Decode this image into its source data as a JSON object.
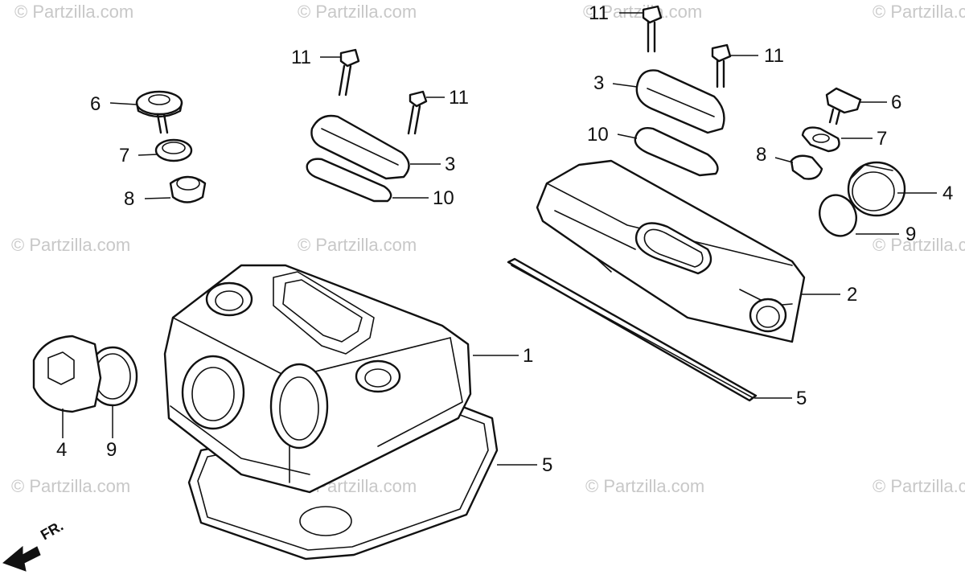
{
  "watermark": "© Partzilla.com",
  "front_label": "FR.",
  "callouts": {
    "c1": "1",
    "c2": "2",
    "c3_left": "3",
    "c3_right": "3",
    "c4_left": "4",
    "c4_right": "4",
    "c5_left": "5",
    "c5_right": "5",
    "c6_left": "6",
    "c6_right": "6",
    "c7_left": "7",
    "c7_right": "7",
    "c8_left": "8",
    "c8_right": "8",
    "c9_left": "9",
    "c9_right": "9",
    "c10_left": "10",
    "c10_right": "10",
    "c11_a": "11",
    "c11_b": "11",
    "c11_c": "11",
    "c11_d": "11"
  }
}
